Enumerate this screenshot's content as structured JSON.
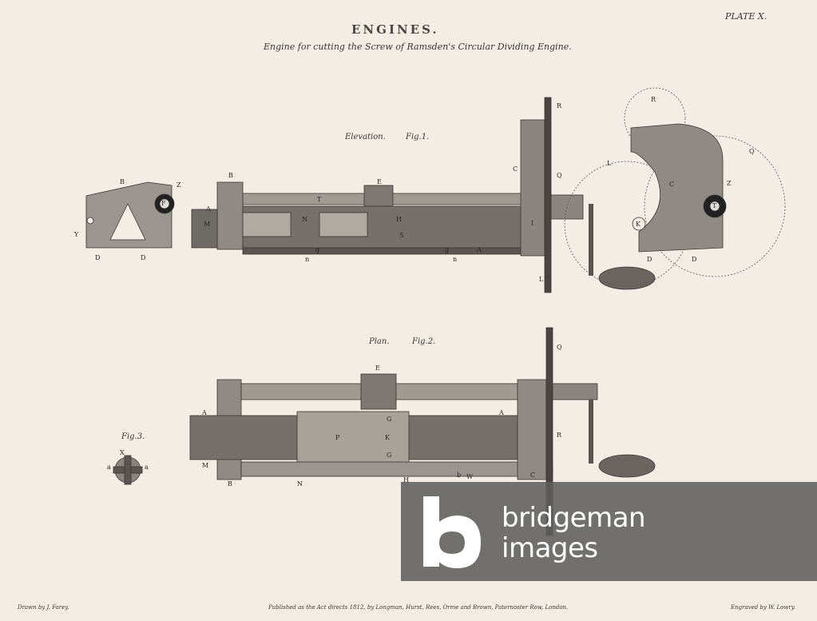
{
  "header": {
    "title": "ENGINES.",
    "subtitle": "Engine for cutting the Screw of Ramsden's Circular Dividing Engine.",
    "plate": "PLATE X."
  },
  "figures": {
    "fig1_caption": "Elevation.",
    "fig1_number": "Fig.1.",
    "fig2_caption": "Plan.",
    "fig2_number": "Fig.2.",
    "fig3_number": "Fig.3."
  },
  "labels": {
    "fig1": [
      "B",
      "Z",
      "F",
      "Y",
      "D",
      "D",
      "B",
      "A",
      "M",
      "T",
      "E",
      "N",
      "H",
      "S",
      "C",
      "R",
      "Q",
      "I",
      "L",
      "g",
      "g",
      "n",
      "n",
      "A"
    ],
    "side": [
      "R",
      "Q",
      "L",
      "C",
      "T",
      "Z",
      "K",
      "D",
      "D"
    ],
    "fig2": [
      "E",
      "A",
      "A",
      "P",
      "K",
      "G",
      "G",
      "M",
      "B",
      "N",
      "H",
      "W",
      "C",
      "R",
      "Q",
      "b"
    ],
    "fig3": [
      "X",
      "a",
      "a"
    ]
  },
  "footer": {
    "drawn": "Drawn by J. Farey.",
    "published": "Published as the Act directs 1812, by Longman, Hurst, Rees, Orme and Brown, Paternoster Row, London.",
    "engraved": "Engraved by W. Lowry."
  },
  "watermark": {
    "brand_line1": "bridgeman",
    "brand_line2": "images",
    "color": "#5f5f5f"
  }
}
